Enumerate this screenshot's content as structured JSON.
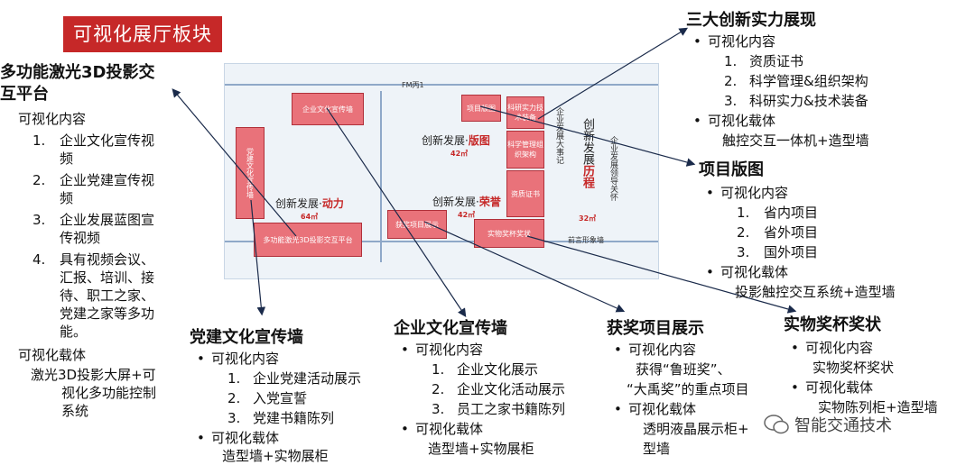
{
  "title": "可视化展厅板块",
  "plan": {
    "rooms": {
      "wenhuaqiang": "企业文化宣传墙",
      "dangjian": "党建文化宣传墙",
      "projector": "多功能激光3D投影交互平台",
      "xiangmu": "项目版图",
      "keyan": "科研实力技术装备",
      "guanli": "科学管理组织架构",
      "zizhi": "资质证书",
      "huojiang": "获奖项目展示",
      "jiangbei": "实物奖杯奖状"
    },
    "zones": {
      "dongli_pre": "创新发展·",
      "dongli_hl": "动力",
      "dongli_area": "64㎡",
      "banto_pre": "创新发展·",
      "banto_hl": "版图",
      "banto_area": "42㎡",
      "rongyu_pre": "创新发展·",
      "rongyu_hl": "荣誉",
      "rongyu_area": "42㎡",
      "licheng_pre": "创新发展",
      "licheng_hl": "历程",
      "licheng_area": "32㎡"
    },
    "misc": {
      "elevator": "FM丙1",
      "dashiji": "企业发展大事记",
      "lingdao": "企业发展领导关怀",
      "xingxiang": "前言形象墙"
    }
  },
  "sections": {
    "projector": {
      "title1": "多功能激光3D投影交",
      "title2": "互平台",
      "content_head": "可视化内容",
      "items": [
        "1.",
        "企业文化宣传视",
        "频",
        "2.",
        "企业党建宣传视",
        "频",
        "3.",
        "企业发展蓝图宣",
        "传视频",
        "4.",
        "具有视频会议、",
        "汇报、培训、接",
        "待、职工之家、",
        "党建之家等多功",
        "能。"
      ],
      "carrier_head": "可视化载体",
      "carrier": [
        "激光3D投影大屏+可",
        "视化多功能控制",
        "系统"
      ]
    },
    "dangjian": {
      "title": "党建文化宣传墙",
      "content_head": "可视化内容",
      "items": [
        "1.",
        "企业党建活动展示",
        "2.",
        "入党宣誓",
        "3.",
        "党建书籍陈列"
      ],
      "carrier_head": "可视化载体",
      "carrier": "造型墙+实物展柜"
    },
    "wenhua": {
      "title": "企业文化宣传墙",
      "content_head": "可视化内容",
      "items": [
        "1.",
        "企业文化展示",
        "2.",
        "企业文化活动展示",
        "3.",
        "员工之家书籍陈列"
      ],
      "carrier_head": "可视化载体",
      "carrier": "造型墙+实物展柜"
    },
    "huojiang": {
      "title": "获奖项目展示",
      "content_head": "可视化内容",
      "desc1": "获得“鲁班奖”、",
      "desc2": "“大禹奖”的重点项目",
      "carrier_head": "可视化载体",
      "carrier1": "透明液晶展示柜+",
      "carrier2": "型墙"
    },
    "jiangbei": {
      "title": "实物奖杯奖状",
      "content_head": "可视化内容",
      "desc": "实物奖杯奖状",
      "carrier_head": "可视化载体",
      "carrier": "实物陈列柜+造型墙"
    },
    "sanda": {
      "title": "三大创新实力展现",
      "content_head": "可视化内容",
      "items": [
        "1.",
        "资质证书",
        "2.",
        "科学管理&组织架构",
        "3.",
        "科研实力&技术装备"
      ],
      "carrier_head": "可视化载体",
      "carrier": "触控交互一体机+造型墙"
    },
    "xiangmu": {
      "title": "项目版图",
      "content_head": "可视化内容",
      "items": [
        "1.",
        "省内项目",
        "2.",
        "省外项目",
        "3.",
        "国外项目"
      ],
      "carrier_head": "可视化载体",
      "carrier": "投影触控交互系统+造型墙"
    }
  },
  "watermark": "智能交通技术"
}
